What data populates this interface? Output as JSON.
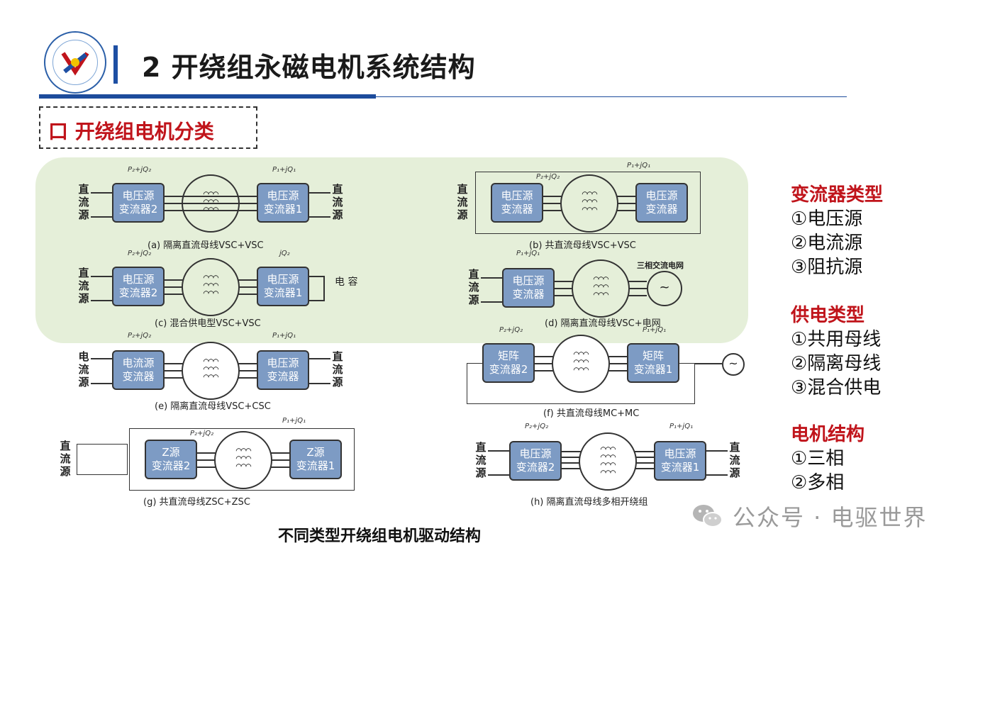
{
  "header": {
    "title": "2 开绕组永磁电机系统结构"
  },
  "section": {
    "title": "口 开绕组电机分类"
  },
  "diagrams": {
    "src_dc": "直\n流\n源",
    "src_current": "电\n流\n源",
    "vsc1": "电压源\n变流器1",
    "vsc2": "电压源\n变流器2",
    "vsc": "电压源\n变流器",
    "csc": "电流源\n变流器",
    "mc1": "矩阵\n变流器1",
    "mc2": "矩阵\n变流器2",
    "z1": "Z源\n变流器1",
    "z2": "Z源\n变流器2",
    "cap": "电\n容",
    "grid": "三相交流电网",
    "pq1": "P₁+jQ₁",
    "pq2": "P₂+jQ₂",
    "q2": "jQ₂",
    "coil3": "⌒⌒⌒\n⌒⌒⌒\n⌒⌒⌒",
    "coil4": "⌒⌒⌒\n⌒⌒⌒\n⌒⌒⌒\n⌒⌒⌒",
    "ac_symbol": "~",
    "captions": {
      "a": "(a) 隔离直流母线VSC+VSC",
      "b": "(b) 共直流母线VSC+VSC",
      "c": "(c) 混合供电型VSC+VSC",
      "d": "(d) 隔离直流母线VSC+电网",
      "e": "(e) 隔离直流母线VSC+CSC",
      "f": "(f) 共直流母线MC+MC",
      "g": "(g) 共直流母线ZSC+ZSC",
      "h": "(h) 隔离直流母线多相开绕组"
    }
  },
  "figure_caption": "不同类型开绕组电机驱动结构",
  "side": {
    "converter_head": "变流器类型",
    "converter_items": [
      "①电压源",
      "②电流源",
      "③阻抗源"
    ],
    "supply_head": "供电类型",
    "supply_items": [
      "①共用母线",
      "②隔离母线",
      "③混合供电"
    ],
    "motor_head": "电机结构",
    "motor_items": [
      "①三相",
      "②多相"
    ]
  },
  "watermark": {
    "text": "公众号 · 电驱世界"
  },
  "colors": {
    "accent_red": "#c0141b",
    "brand_blue": "#1d4c9c",
    "panel_green": "#e5efd9",
    "converter_blue": "#7d9bc4"
  }
}
